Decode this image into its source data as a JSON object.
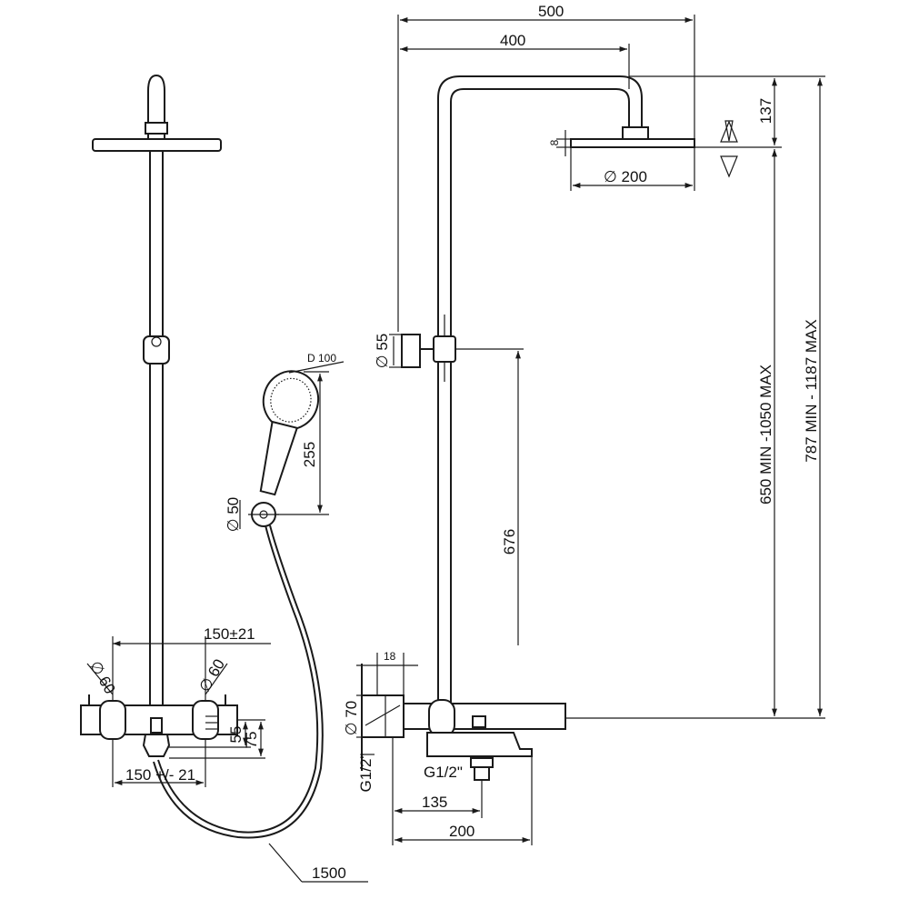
{
  "dimensions": {
    "top_width": "500",
    "arm_length": "400",
    "head_drop": "137",
    "head_thickness": "8",
    "head_diameter": "∅ 200",
    "bracket_diameter": "∅ 55",
    "column_height": "676",
    "range_outlet": "650 MIN -1050 MAX",
    "range_total": "787 MIN - 1187 MAX",
    "hand_diameter": "D 100",
    "hand_length": "255",
    "holder_diameter": "∅ 50",
    "centers_top": "150±21",
    "centers_bottom": "150 +/- 21",
    "knob_left": "∅ 60",
    "knob_right": "∅ 60",
    "height_55": "55",
    "height_75": "75",
    "side_depth": "18",
    "side_diameter": "∅ 70",
    "thread_left": "G1/2\"",
    "thread_right": "G1/2\"",
    "depth_135": "135",
    "depth_200": "200",
    "hose_length": "1500"
  }
}
